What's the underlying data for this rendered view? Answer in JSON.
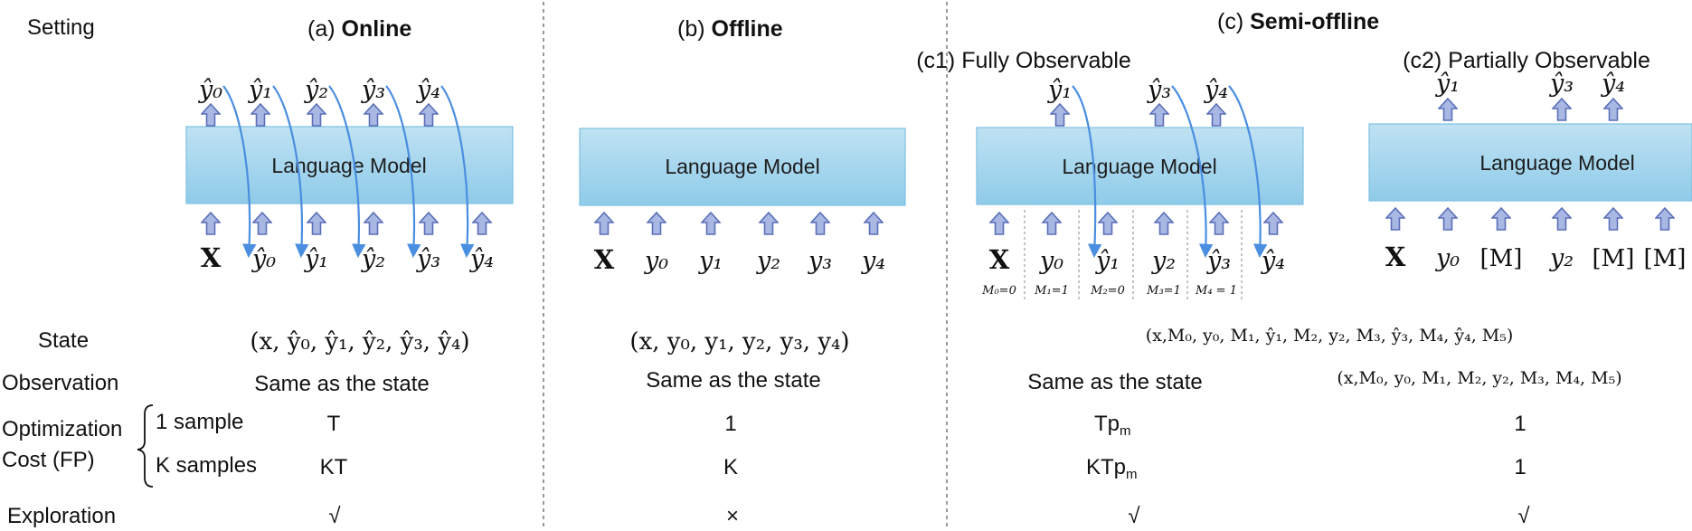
{
  "labels": {
    "setting": "Setting",
    "state": "State",
    "observation": "Observation",
    "optimization": "Optimization",
    "cost": "Cost (FP)",
    "one_sample": "1 sample",
    "k_samples": "K samples",
    "exploration": "Exploration"
  },
  "online": {
    "prefix": "(a) ",
    "name": "Online",
    "model": "Language Model",
    "state": "(x, ŷ₀, ŷ₁, ŷ₂, ŷ₃, ŷ₄)",
    "observation": "Same as the state",
    "cost_one": "T",
    "cost_k": "KT",
    "exploration": "√",
    "outputs": [
      "ŷ₀",
      "ŷ₁",
      "ŷ₂",
      "ŷ₃",
      "ŷ₄"
    ],
    "inputs": [
      "X",
      "ŷ₀",
      "ŷ₁",
      "ŷ₂",
      "ŷ₃",
      "ŷ₄"
    ]
  },
  "offline": {
    "prefix": "(b) ",
    "name": "Offline",
    "model": "Language Model",
    "state": "(x, y₀, y₁, y₂, y₃, y₄)",
    "observation": "Same as the state",
    "cost_one": "1",
    "cost_k": "K",
    "exploration": "×",
    "inputs": [
      "X",
      "y₀",
      "y₁",
      "y₂",
      "y₃",
      "y₄"
    ]
  },
  "semi": {
    "prefix": "(c) ",
    "name": "Semi-offline",
    "state": "(x,M₀, y₀, M₁, ŷ₁, M₂, y₂, M₃, ŷ₃, M₄, ŷ₄, M₅)",
    "fully": {
      "title": "(c1) Fully Observable",
      "model": "Language Model",
      "outputs": [
        "ŷ₁",
        "ŷ₃",
        "ŷ₄"
      ],
      "inputs": [
        "X",
        "y₀",
        "ŷ₁",
        "y₂",
        "ŷ₃",
        "ŷ₄"
      ],
      "masks": [
        "M₀=0",
        "M₁=1",
        "M₂=0",
        "M₃=1",
        "M₄ = 1"
      ],
      "observation": "Same as the state",
      "cost_one": "Tp",
      "cost_k": "KTp",
      "cost_sub": "m",
      "exploration": "√"
    },
    "partial": {
      "title": "(c2) Partially Observable",
      "model": "Language Model",
      "outputs": [
        "ŷ₁",
        "ŷ₃",
        "ŷ₄"
      ],
      "inputs": [
        "X",
        "y₀",
        "[M]",
        "y₂",
        "[M]",
        "[M]"
      ],
      "observation": "(x,M₀, y₀, M₁, M₂, y₂, M₃, M₄, M₅)",
      "cost_one": "1",
      "cost_k": "1",
      "exploration": "√"
    }
  },
  "colors": {
    "box_top": "#bfe2f3",
    "box_bottom": "#8fcbe9",
    "box_border": "#7fc0e0",
    "arrow_fill": "#a9b7e3",
    "arrow_stroke": "#5a6fb8",
    "curve": "#4a8ee0"
  }
}
